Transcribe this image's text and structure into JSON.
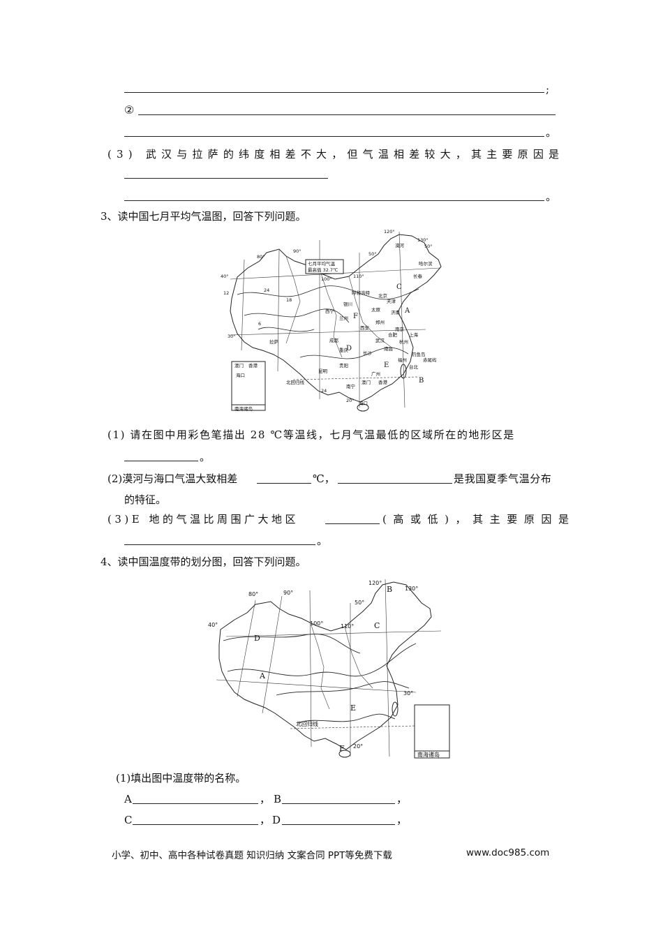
{
  "q2": {
    "semicolon": ";",
    "item2_mark": "②",
    "period1": "。",
    "sub3": "(3) 武汉与拉萨的纬度相差不大，但气温相差较大，其主要原因是",
    "period2": "。"
  },
  "q3": {
    "title": "3、读中国七月平均气温图，回答下列问题。",
    "map_labels": {
      "legend_title": "七月平均气温",
      "legend_max": "最高值 32.7℃",
      "lon_120": "120°",
      "lon_130": "130°",
      "lon_90": "90°",
      "lon_100": "100°",
      "lon_110": "110°",
      "lon_80": "80°",
      "lat_50": "50°",
      "lat_40": "40°",
      "lat_30": "30°",
      "lat_20": "20°",
      "mohe": "漠河",
      "harbin": "哈尔滨",
      "changchun": "长春",
      "beijing": "北京",
      "tianjin": "天津",
      "taiyuan": "太原",
      "xining": "西宁",
      "lanzhou": "兰州",
      "yinchuan": "银川",
      "xian": "西安",
      "zhengzhou": "郑州",
      "jinan": "济南",
      "shanghai": "上海",
      "hangzhou": "杭州",
      "nanjing": "南京",
      "wuhan": "武汉",
      "hefei": "合肥",
      "nanchang": "南昌",
      "changsha": "长沙",
      "chengdu": "成都",
      "chongqing": "重庆",
      "guiyang": "贵阳",
      "kunming": "昆明",
      "lhasa": "拉萨",
      "nanning": "南宁",
      "guangzhou": "广州",
      "haikou": "海口",
      "taibei": "台北",
      "fuzhou": "福州",
      "hohhot": "呼和浩特",
      "hongkong": "香港",
      "macau": "澳门",
      "diaoyu": "钓鱼岛",
      "chiwei": "赤尾屿",
      "tropic": "北回归线",
      "south_sea": "南海诸岛",
      "letter_A": "A",
      "letter_B": "B",
      "letter_C": "C",
      "letter_D": "D",
      "letter_E": "E",
      "letter_F": "F",
      "iso_24": "24",
      "iso_18": "18",
      "iso_12": "12",
      "iso_6": "6"
    },
    "sub1_a": "(1) 请在图中用彩色笔描出 28 ℃等温线，七月气温最低的区域所在的地形区是",
    "sub1_end": "。",
    "sub2_a": "(2)漠河与海口气温大致相差",
    "sub2_b": "℃，",
    "sub2_c": "是我国夏季气温分布",
    "sub2_d": "的特征。",
    "sub3_a": "(3)E 地的气温比周围广大地区",
    "sub3_b": "( 高 或 低 ) ， 其 主 要 原 因 是",
    "sub3_end": "。"
  },
  "q4": {
    "title": "4、读中国温度带的划分图，回答下列问题。",
    "map_labels": {
      "lon_120": "120°",
      "lon_130": "130°",
      "lon_80": "80°",
      "lon_90": "90°",
      "lon_100": "100°",
      "lon_110": "110°",
      "lat_50": "50°",
      "lat_40": "40°",
      "lat_30": "30°",
      "lat_20": "20°",
      "A": "A",
      "B": "B",
      "C": "C",
      "D": "D",
      "E": "E",
      "F": "F",
      "tropic": "北回归线",
      "south_sea": "南海诸岛"
    },
    "sub1": "(1)填出图中温度带的名称。",
    "A_label": "A",
    "comma1": "，",
    "B_label": "B",
    "comma2": "，",
    "C_label": "C",
    "comma3": "，",
    "D_label": "D",
    "comma4": "，"
  },
  "footer": {
    "left": "小学、初中、高中各种试卷真题  知识归纳  文案合同  PPT等免费下载",
    "right": "www.doc985.com"
  }
}
